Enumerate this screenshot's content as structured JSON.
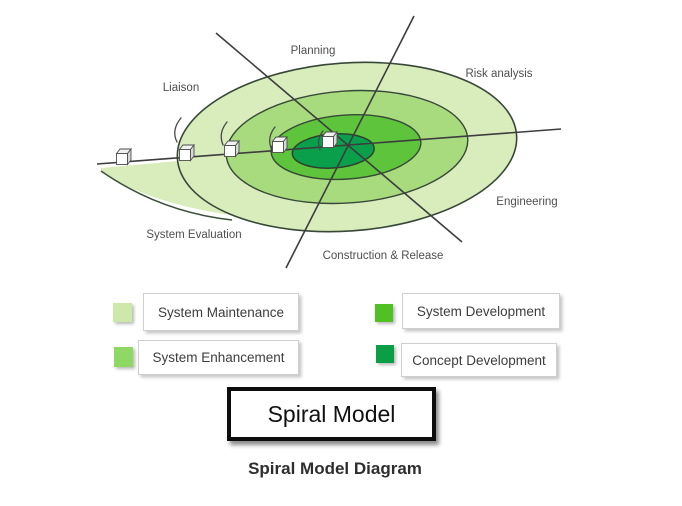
{
  "diagram": {
    "phase_labels": {
      "planning": "Planning",
      "risk_analysis": "Risk analysis",
      "liaison": "Liaison",
      "engineering": "Engineering",
      "system_evaluation": "System Evaluation",
      "construction_release": "Construction & Release"
    },
    "ring_colors": {
      "maintenance": "#d8edbb",
      "enhancement": "#a8db7e",
      "development": "#5ec43c",
      "concept": "#0a9f4b"
    },
    "icons": {
      "milestone": "cube-3d-icon",
      "spiral_gap": "arc-mark-icon"
    }
  },
  "legend": {
    "items": [
      {
        "label": "System Maintenance",
        "color": "#cde8a9"
      },
      {
        "label": "System Enhancement",
        "color": "#8ed964"
      },
      {
        "label": "System Development",
        "color": "#50c024"
      },
      {
        "label": "Concept Development",
        "color": "#0b9e45"
      }
    ]
  },
  "title_box": {
    "label": "Spiral Model"
  },
  "caption": "Spiral Model Diagram"
}
